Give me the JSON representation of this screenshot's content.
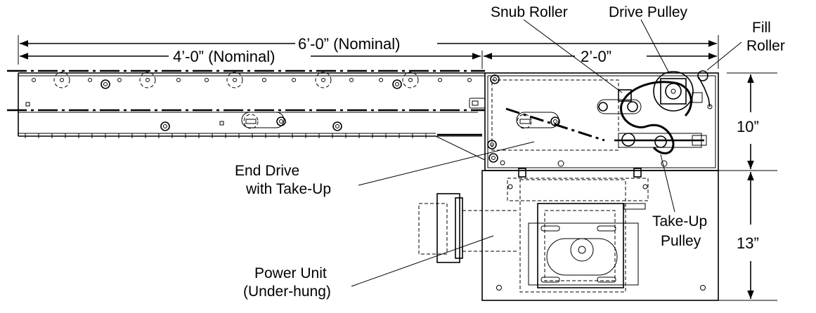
{
  "dimensions": {
    "overall": "6’-0” (Nominal)",
    "section_a": "4’-0” (Nominal)",
    "section_b": "2’-0”",
    "height_upper": "10”",
    "height_lower": "13”"
  },
  "labels": {
    "snub_roller": "Snub Roller",
    "drive_pulley": "Drive Pulley",
    "fill_roller_1": "Fill",
    "fill_roller_2": "Roller",
    "end_drive_1": "End Drive",
    "end_drive_2": "with Take-Up",
    "take_up_1": "Take-Up",
    "take_up_2": "Pulley",
    "power_unit_1": "Power Unit",
    "power_unit_2": "(Under-hung)"
  }
}
